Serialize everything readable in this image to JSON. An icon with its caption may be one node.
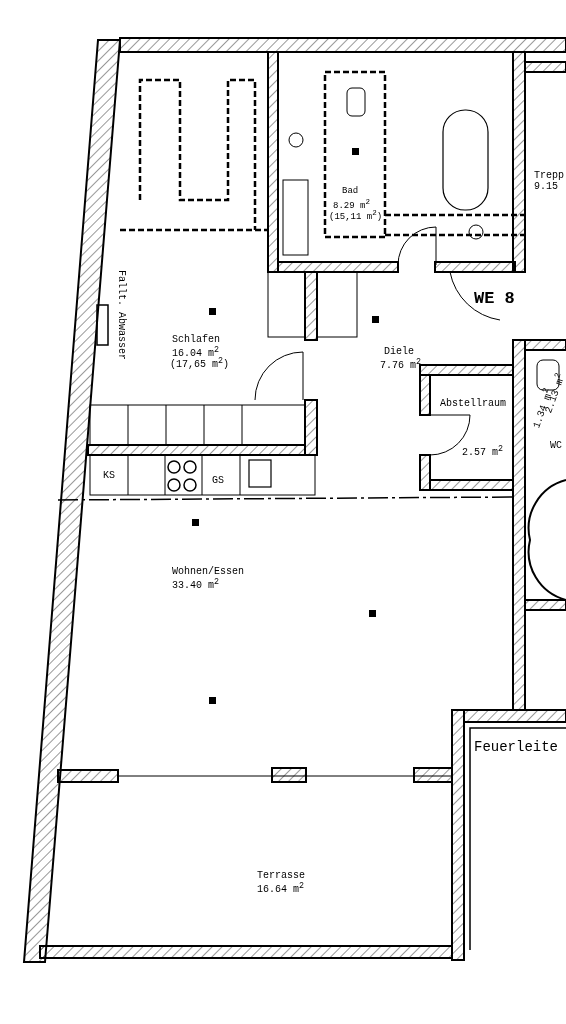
{
  "diagram": {
    "labels": [
      "Trepp",
      "9.15",
      "Bad",
      "8.29 m$^{2}$",
      "(15,11 m$^{2}$)",
      "Fallt. Abwasser",
      "WE 8",
      "Schlafen",
      "16.04 m$^{2}$",
      "(17,65 m$^{2}$)",
      "Diele",
      "7.76 m$^{2}$",
      "Abstellraum",
      "2.57 m$^{2}$",
      "2.13 m$^{2}$",
      "1.34 m$^{2}$",
      "WC",
      "KS",
      "GS",
      "Wohnen/Essen",
      "33.40 m$^{2}$",
      "Feuerleite",
      "Terrasse",
      "16.64 m$^{2}$"
    ]
  }
}
